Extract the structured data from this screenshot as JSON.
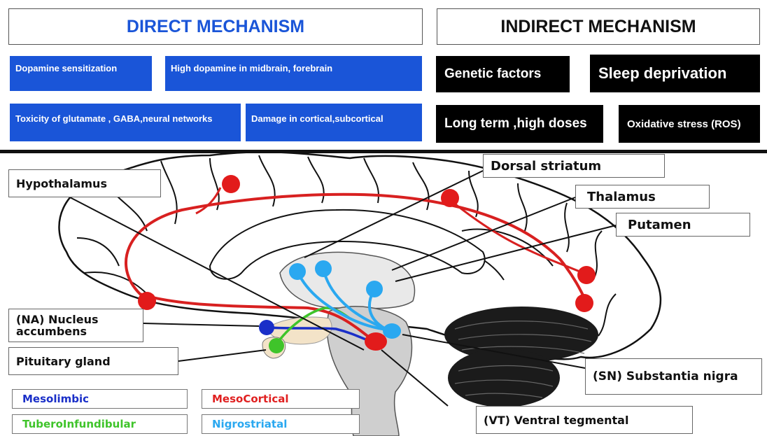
{
  "direct": {
    "title": "DIRECT MECHANISM",
    "items": [
      "Dopamine sensitization",
      "High dopamine in midbrain, forebrain",
      "Toxicity of  glutamate , GABA,neural networks",
      "Damage in cortical,subcortical"
    ]
  },
  "indirect": {
    "title": "INDIRECT MECHANISM",
    "items": [
      "Genetic factors",
      "Sleep deprivation",
      "Long term ,high doses",
      "Oxidative stress (ROS)"
    ]
  },
  "labels": {
    "hypothalamus": "Hypothalamus",
    "dorsal_striatum": "Dorsal striatum",
    "thalamus": "Thalamus",
    "putamen": "Putamen",
    "nucleus_accumbens": "(NA) Nucleus accumbens",
    "pituitary": "Pituitary gland",
    "substantia_nigra": "(SN) Substantia nigra",
    "ventral_tegmental": "(VT) Ventral tegmental"
  },
  "legend": [
    {
      "name": "Mesolimbic",
      "color": "#1a2fc8"
    },
    {
      "name": "MesoCortical",
      "color": "#e02020"
    },
    {
      "name": "TuberoInfundibular",
      "color": "#3fc42a"
    },
    {
      "name": "Nigrostriatal",
      "color": "#2aa8f0"
    }
  ],
  "colors": {
    "direct_box": "#1a55d8",
    "indirect_box": "#000000",
    "divider": "#111111"
  }
}
